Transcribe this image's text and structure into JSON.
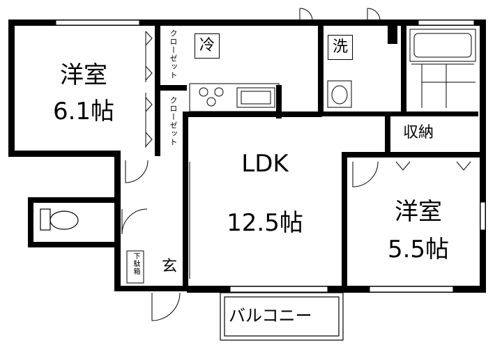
{
  "rooms": {
    "western_room_1": {
      "name": "洋室",
      "size": "6.1帖"
    },
    "western_room_2": {
      "name": "洋室",
      "size": "5.5帖"
    },
    "ldk": {
      "name": "LDK",
      "size": "12.5帖"
    },
    "storage": "収納",
    "balcony": "バルコニー",
    "entrance": "玄",
    "shoe_box": "下駄箱",
    "closet_upper": "クローゼット",
    "closet_lower": "クローゼット"
  },
  "markers": {
    "fridge": "冷",
    "washer": "洗"
  }
}
